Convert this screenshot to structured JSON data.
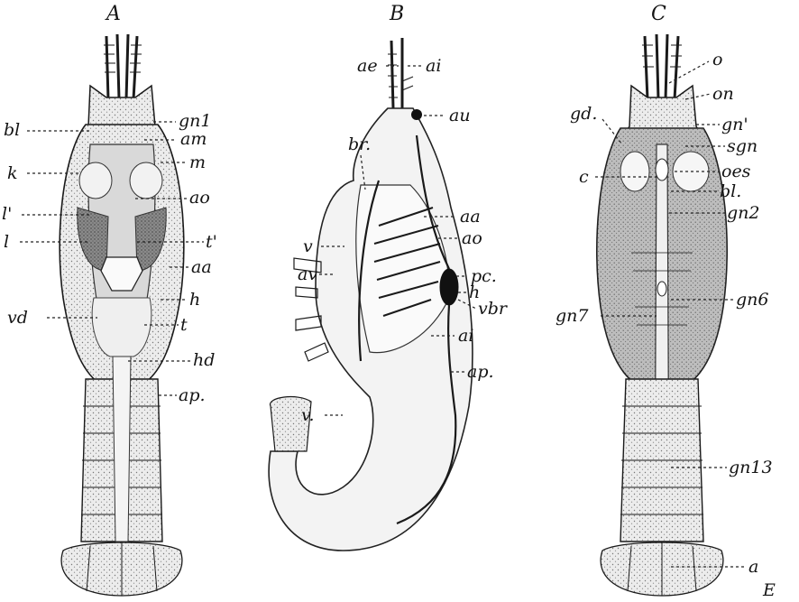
{
  "figure": {
    "panel_titles": [
      "A",
      "B",
      "C"
    ],
    "panel_A_labels": {
      "bl": "bl",
      "gn1": "gn1",
      "am": "am",
      "k": "k",
      "m": "m",
      "ao": "ao",
      "l_prime": "l'",
      "l": "l",
      "t_prime": "t'",
      "aa": "aa",
      "h": "h",
      "vd": "vd",
      "t": "t",
      "hd": "hd",
      "ap": "ap."
    },
    "panel_B_labels": {
      "ae": "ae",
      "ai_top": "ai",
      "au": "au",
      "br": "br.",
      "aa": "aa",
      "ao": "ao",
      "pc": "pc.",
      "h": "h",
      "v_top": "v",
      "av": "av",
      "vbr": "vbr",
      "ai": "ai",
      "ap": "ap.",
      "v_bottom": "v."
    },
    "panel_C_labels": {
      "o": "o",
      "on": "on",
      "gd": "gd.",
      "gn_prime": "gn'",
      "sgn": "sgn",
      "c": "c",
      "oes": "oes",
      "bl": "bl.",
      "gn2": "gn2",
      "gn7": "gn7",
      "gn6": "gn6",
      "gn13": "gn13",
      "a": "a"
    },
    "signature": "E"
  }
}
